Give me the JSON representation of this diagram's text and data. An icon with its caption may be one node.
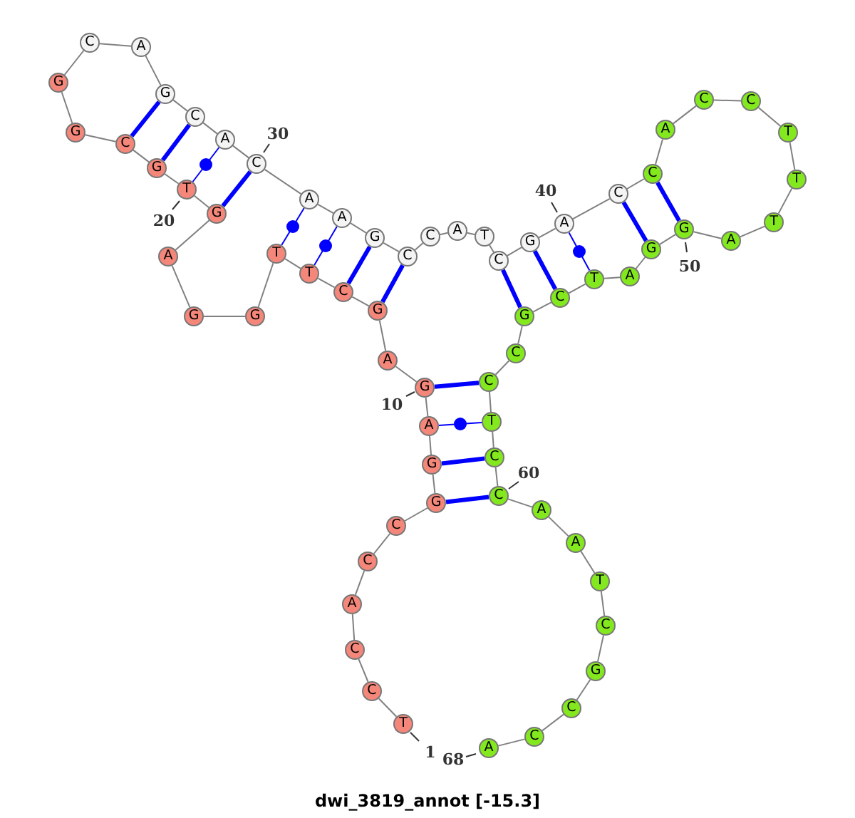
{
  "diagram": {
    "caption": "dwi_3819_annot [-15.3]",
    "nodes": [
      {
        "text": [
          "T"
        ],
        "beside": [
          "1"
        ]
      },
      {
        "text": [
          "C"
        ]
      },
      {
        "text": [
          "C"
        ]
      },
      {
        "text": [
          "A"
        ]
      },
      {
        "text": [
          "C"
        ]
      },
      {
        "text": [
          "C"
        ]
      },
      {
        "text": [
          "G"
        ]
      },
      {
        "text": [
          "G"
        ]
      },
      {
        "text": [
          "A"
        ]
      },
      {
        "text": [
          "G"
        ],
        "beside": [
          "10"
        ]
      },
      {
        "text": [
          "A"
        ]
      },
      {
        "text": [
          "G"
        ]
      },
      {
        "text": [
          "C"
        ]
      },
      {
        "text": [
          "T"
        ]
      },
      {
        "text": [
          "T"
        ]
      },
      {
        "text": [
          "G"
        ]
      },
      {
        "text": [
          "G"
        ]
      },
      {
        "text": [
          "A"
        ]
      },
      {
        "text": [
          "G"
        ]
      },
      {
        "text": [
          "T"
        ],
        "beside": [
          "20"
        ]
      },
      {
        "text": [
          "G"
        ]
      },
      {
        "text": [
          "C"
        ]
      },
      {
        "text": [
          "G"
        ]
      },
      {
        "text": [
          "G"
        ]
      },
      {
        "text": [
          "C"
        ]
      },
      {
        "text": [
          "A"
        ]
      },
      {
        "text": [
          "G"
        ]
      },
      {
        "text": [
          "C"
        ]
      },
      {
        "text": [
          "A"
        ]
      },
      {
        "text": [
          "C"
        ],
        "beside": [
          "30"
        ]
      },
      {
        "text": [
          "A"
        ]
      },
      {
        "text": [
          "A"
        ]
      },
      {
        "text": [
          "G"
        ]
      },
      {
        "text": [
          "C"
        ]
      },
      {
        "text": [
          "C"
        ]
      },
      {
        "text": [
          "A"
        ]
      },
      {
        "text": [
          "T"
        ]
      },
      {
        "text": [
          "C"
        ]
      },
      {
        "text": [
          "G"
        ]
      },
      {
        "text": [
          "A"
        ],
        "beside": [
          "40"
        ]
      },
      {
        "text": [
          "C"
        ]
      },
      {
        "text": [
          "C"
        ]
      },
      {
        "text": [
          "A"
        ]
      },
      {
        "text": [
          "C"
        ]
      },
      {
        "text": [
          "C"
        ]
      },
      {
        "text": [
          "T"
        ]
      },
      {
        "text": [
          "T"
        ]
      },
      {
        "text": [
          "T"
        ]
      },
      {
        "text": [
          "A"
        ]
      },
      {
        "text": [
          "G"
        ],
        "beside": [
          "50"
        ]
      },
      {
        "text": [
          "G"
        ]
      },
      {
        "text": [
          "A"
        ]
      },
      {
        "text": [
          "T"
        ]
      },
      {
        "text": [
          "C"
        ]
      },
      {
        "text": [
          "G"
        ]
      },
      {
        "text": [
          "C"
        ]
      },
      {
        "text": [
          "C"
        ]
      },
      {
        "text": [
          "T"
        ]
      },
      {
        "text": [
          "C"
        ]
      },
      {
        "text": [
          "C"
        ],
        "beside": [
          "60"
        ]
      },
      {
        "text": [
          "A"
        ]
      },
      {
        "text": [
          "A"
        ]
      },
      {
        "text": [
          "T"
        ]
      },
      {
        "text": [
          "C"
        ]
      },
      {
        "text": [
          "G"
        ]
      },
      {
        "text": [
          "C"
        ]
      },
      {
        "text": [
          "C"
        ]
      },
      {
        "text": [
          "A"
        ],
        "beside": [
          "68"
        ]
      }
    ],
    "edges": [
      {
        "from": 0,
        "to": 1,
        "arrow": "none"
      },
      {
        "from": 1,
        "to": 2,
        "arrow": "none"
      },
      {
        "from": 2,
        "to": 3,
        "arrow": "none"
      },
      {
        "from": 3,
        "to": 4,
        "arrow": "none"
      },
      {
        "from": 4,
        "to": 5,
        "arrow": "none"
      },
      {
        "from": 5,
        "to": 6,
        "arrow": "none"
      },
      {
        "from": 6,
        "to": 7,
        "arrow": "none"
      },
      {
        "from": 7,
        "to": 8,
        "arrow": "none"
      },
      {
        "from": 8,
        "to": 9,
        "arrow": "none"
      },
      {
        "from": 9,
        "to": 10,
        "arrow": "none"
      },
      {
        "from": 10,
        "to": 11,
        "arrow": "none"
      },
      {
        "from": 11,
        "to": 12,
        "arrow": "none"
      },
      {
        "from": 12,
        "to": 13,
        "arrow": "none"
      },
      {
        "from": 13,
        "to": 14,
        "arrow": "none"
      },
      {
        "from": 14,
        "to": 15,
        "arrow": "none"
      },
      {
        "from": 15,
        "to": 16,
        "arrow": "none"
      },
      {
        "from": 16,
        "to": 17,
        "arrow": "none"
      },
      {
        "from": 17,
        "to": 18,
        "arrow": "none"
      },
      {
        "from": 18,
        "to": 19,
        "arrow": "none"
      },
      {
        "from": 19,
        "to": 20,
        "arrow": "none"
      },
      {
        "from": 20,
        "to": 21,
        "arrow": "none"
      },
      {
        "from": 21,
        "to": 22,
        "arrow": "none"
      },
      {
        "from": 22,
        "to": 23,
        "arrow": "none"
      },
      {
        "from": 23,
        "to": 24,
        "arrow": "none"
      },
      {
        "from": 24,
        "to": 25,
        "arrow": "none"
      },
      {
        "from": 25,
        "to": 26,
        "arrow": "none"
      },
      {
        "from": 26,
        "to": 27,
        "arrow": "none"
      },
      {
        "from": 27,
        "to": 28,
        "arrow": "none"
      },
      {
        "from": 28,
        "to": 29,
        "arrow": "none"
      },
      {
        "from": 29,
        "to": 30,
        "arrow": "none"
      },
      {
        "from": 30,
        "to": 31,
        "arrow": "none"
      },
      {
        "from": 31,
        "to": 32,
        "arrow": "none"
      },
      {
        "from": 32,
        "to": 33,
        "arrow": "none"
      },
      {
        "from": 33,
        "to": 34,
        "arrow": "none"
      },
      {
        "from": 34,
        "to": 35,
        "arrow": "none"
      },
      {
        "from": 35,
        "to": 36,
        "arrow": "none"
      },
      {
        "from": 36,
        "to": 37,
        "arrow": "none"
      },
      {
        "from": 37,
        "to": 38,
        "arrow": "none"
      },
      {
        "from": 38,
        "to": 39,
        "arrow": "none"
      },
      {
        "from": 39,
        "to": 40,
        "arrow": "none"
      },
      {
        "from": 40,
        "to": 41,
        "arrow": "none"
      },
      {
        "from": 41,
        "to": 42,
        "arrow": "none"
      },
      {
        "from": 42,
        "to": 43,
        "arrow": "none"
      },
      {
        "from": 43,
        "to": 44,
        "arrow": "none"
      },
      {
        "from": 44,
        "to": 45,
        "arrow": "none"
      },
      {
        "from": 45,
        "to": 46,
        "arrow": "none"
      },
      {
        "from": 46,
        "to": 47,
        "arrow": "none"
      },
      {
        "from": 47,
        "to": 48,
        "arrow": "none"
      },
      {
        "from": 48,
        "to": 49,
        "arrow": "none"
      },
      {
        "from": 49,
        "to": 50,
        "arrow": "none"
      },
      {
        "from": 50,
        "to": 51,
        "arrow": "none"
      },
      {
        "from": 51,
        "to": 52,
        "arrow": "none"
      },
      {
        "from": 52,
        "to": 53,
        "arrow": "none"
      },
      {
        "from": 53,
        "to": 54,
        "arrow": "none"
      },
      {
        "from": 54,
        "to": 55,
        "arrow": "none"
      },
      {
        "from": 55,
        "to": 56,
        "arrow": "none"
      },
      {
        "from": 56,
        "to": 57,
        "arrow": "none"
      },
      {
        "from": 57,
        "to": 58,
        "arrow": "none"
      },
      {
        "from": 58,
        "to": 59,
        "arrow": "none"
      },
      {
        "from": 59,
        "to": 60,
        "arrow": "none"
      },
      {
        "from": 60,
        "to": 61,
        "arrow": "none"
      },
      {
        "from": 61,
        "to": 62,
        "arrow": "none"
      },
      {
        "from": 62,
        "to": 63,
        "arrow": "none"
      },
      {
        "from": 63,
        "to": 64,
        "arrow": "none"
      },
      {
        "from": 64,
        "to": 65,
        "arrow": "none"
      },
      {
        "from": 65,
        "to": 66,
        "arrow": "none"
      },
      {
        "from": 66,
        "to": 67,
        "arrow": "none"
      },
      {
        "from": 21,
        "to": 26,
        "arrow": "none",
        "style": "thick",
        "color": "#0000ff"
      },
      {
        "from": 20,
        "to": 27,
        "arrow": "none",
        "style": "thick",
        "color": "#0000ff"
      },
      {
        "from": 19,
        "to": 28,
        "arrow": "none",
        "color": "#0000ff"
      },
      {
        "from": 18,
        "to": 29,
        "arrow": "none",
        "style": "thick",
        "color": "#0000ff"
      },
      {
        "from": 14,
        "to": 30,
        "arrow": "none",
        "color": "#0000ff"
      },
      {
        "from": 13,
        "to": 31,
        "arrow": "none",
        "color": "#0000ff"
      },
      {
        "from": 12,
        "to": 32,
        "arrow": "none",
        "style": "thick",
        "color": "#0000ff"
      },
      {
        "from": 11,
        "to": 33,
        "arrow": "none",
        "style": "thick",
        "color": "#0000ff"
      },
      {
        "from": 37,
        "to": 54,
        "arrow": "none",
        "style": "thick",
        "color": "#0000ff"
      },
      {
        "from": 38,
        "to": 53,
        "arrow": "none",
        "style": "thick",
        "color": "#0000ff"
      },
      {
        "from": 39,
        "to": 52,
        "arrow": "none",
        "color": "#0000ff"
      },
      {
        "from": 40,
        "to": 50,
        "arrow": "none",
        "style": "thick",
        "color": "#0000ff"
      },
      {
        "from": 41,
        "to": 49,
        "arrow": "none",
        "style": "thick",
        "color": "#0000ff"
      },
      {
        "from": 9,
        "to": 56,
        "arrow": "none",
        "style": "thick",
        "color": "#0000ff"
      },
      {
        "from": 8,
        "to": 57,
        "arrow": "none",
        "color": "#0000ff"
      },
      {
        "from": 7,
        "to": 58,
        "arrow": "none",
        "style": "thick",
        "color": "#0000ff"
      },
      {
        "from": 6,
        "to": 59,
        "arrow": "none",
        "style": "thick",
        "color": "#0000ff"
      }
    ]
  }
}
